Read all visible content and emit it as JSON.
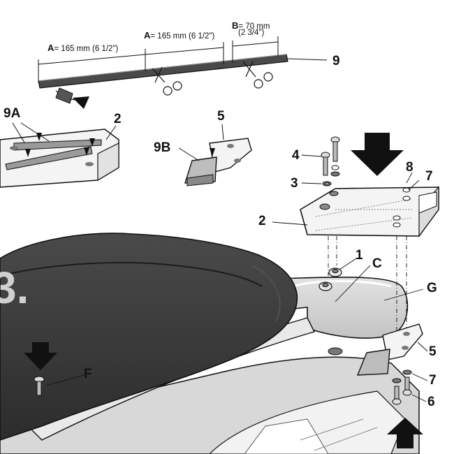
{
  "labels": {
    "l9": "9",
    "l9a": "9A",
    "l9b": "9B",
    "l2_top": "2",
    "l5_top": "5",
    "l4": "4",
    "l3": "3",
    "l8": "8",
    "l7_top": "7",
    "l2_right": "2",
    "l1": "1",
    "lC": "C",
    "lG": "G",
    "l5_bottom": "5",
    "l7_bottom": "7",
    "l6": "6",
    "lF": "F",
    "step": "3."
  },
  "dimensions": {
    "a1_letter": "A",
    "a1_text": "= 165 mm (6 1/2\")",
    "a2_letter": "A",
    "a2_text": "= 165 mm (6 1/2\")",
    "b_letter": "B",
    "b_text": "= 70 mm",
    "b_text2": "(2 3/4\")"
  },
  "colors": {
    "line": "#111111",
    "seat": "#3a3a3a",
    "rack": "#c9c9c9",
    "plate": "#efefef",
    "arrow": "#111111"
  }
}
